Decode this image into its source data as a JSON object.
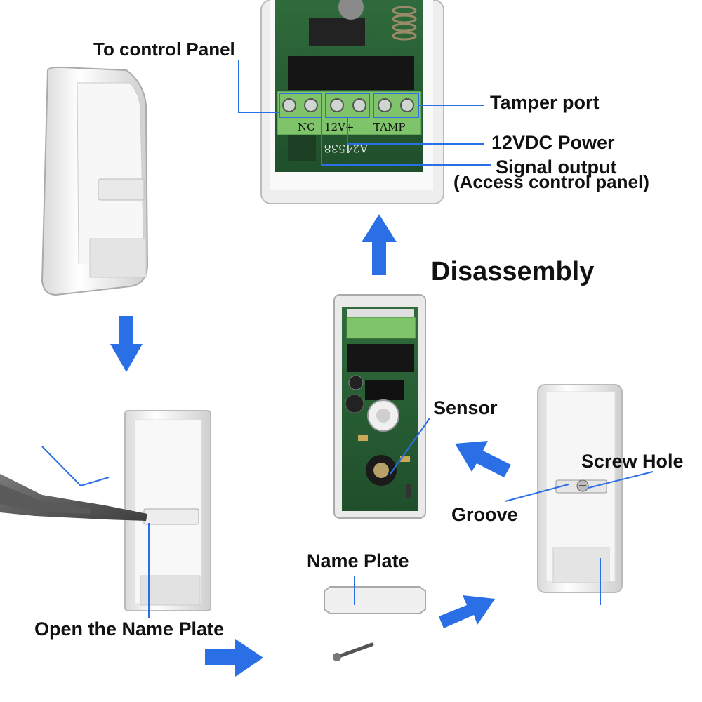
{
  "title": "Disassembly",
  "labels": {
    "to_control_panel": "To control Panel",
    "tamper_port": "Tamper port",
    "power": "12VDC Power",
    "signal_output": "Signal output",
    "access_control": "(Access control panel)",
    "sensor": "Sensor",
    "screw_hole": "Screw Hole",
    "groove": "Groove",
    "name_plate": "Name Plate",
    "open_name_plate": "Open the Name Plate"
  },
  "terminal_block": {
    "pins": [
      "NC",
      "12V+",
      "TAMP"
    ],
    "board_code": "A24538"
  },
  "colors": {
    "arrow": "#2b6fe6",
    "leader": "#2b6fe6",
    "board": "#2f6b3c",
    "terminal": "#7fc46b",
    "housing": "#f4f4f4"
  }
}
